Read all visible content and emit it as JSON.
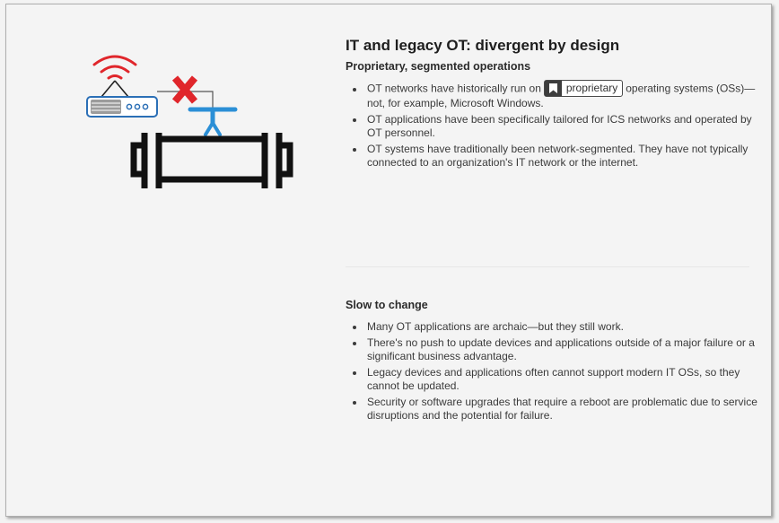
{
  "page": {
    "title": "IT and legacy OT: divergent by design"
  },
  "section1": {
    "heading": "Proprietary, segmented operations",
    "bullet1_before": "OT networks have historically run on",
    "bullet1_term": "proprietary",
    "bullet1_after": "operating systems (OSs)—not, for example, Microsoft Windows.",
    "bullet2": "OT applications have been specifically tailored for ICS networks and operated by OT personnel.",
    "bullet3": "OT systems have traditionally been network-segmented. They have not typically connected to an organization's IT network or the internet."
  },
  "section2": {
    "heading": "Slow to change",
    "bullets": [
      "Many OT applications are archaic—but they still work.",
      "There's no push to update devices and applications outside of a major failure or a significant business advantage.",
      "Legacy devices and applications often cannot support modern IT OSs, so they cannot be updated.",
      "Security or software upgrades that require a reboot are problematic due to service disruptions and the potential for failure."
    ]
  },
  "icons": {
    "router": "wifi-router-icon",
    "blocked": "red-x-icon",
    "valve": "valve-icon",
    "pipe": "pipe-icon",
    "glossary": "bookmark-icon"
  },
  "colors": {
    "signal_red": "#e0262b",
    "valve_blue": "#2b8fd6",
    "pipe_black": "#111111",
    "router_blue": "#2b6fb6"
  }
}
